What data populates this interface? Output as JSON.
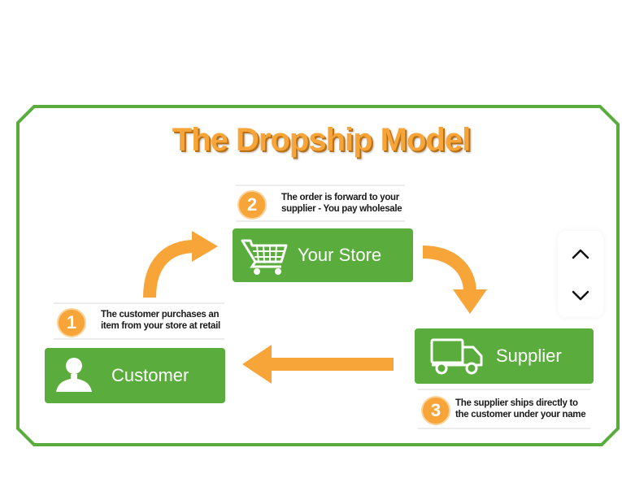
{
  "diagram": {
    "title": "The Dropship Model",
    "nodes": {
      "store": {
        "label": "Your Store",
        "icon": "shopping-cart-icon"
      },
      "supplier": {
        "label": "Supplier",
        "icon": "delivery-truck-icon"
      },
      "customer": {
        "label": "Customer",
        "icon": "person-icon"
      }
    },
    "steps": [
      {
        "number": "1",
        "text": "The customer purchases an\nitem from your store at retail"
      },
      {
        "number": "2",
        "text": "The order is forward to your\nsupplier - You pay wholesale"
      },
      {
        "number": "3",
        "text": "The supplier ships directly to\nthe customer under your name"
      }
    ],
    "colors": {
      "frame": "#5aad3c",
      "box": "#5aad3c",
      "arrow": "#f7a439",
      "title": "#f7a439"
    }
  },
  "viewer_controls": {
    "scroll_up_icon": "chevron-up-icon",
    "scroll_down_icon": "chevron-down-icon"
  }
}
